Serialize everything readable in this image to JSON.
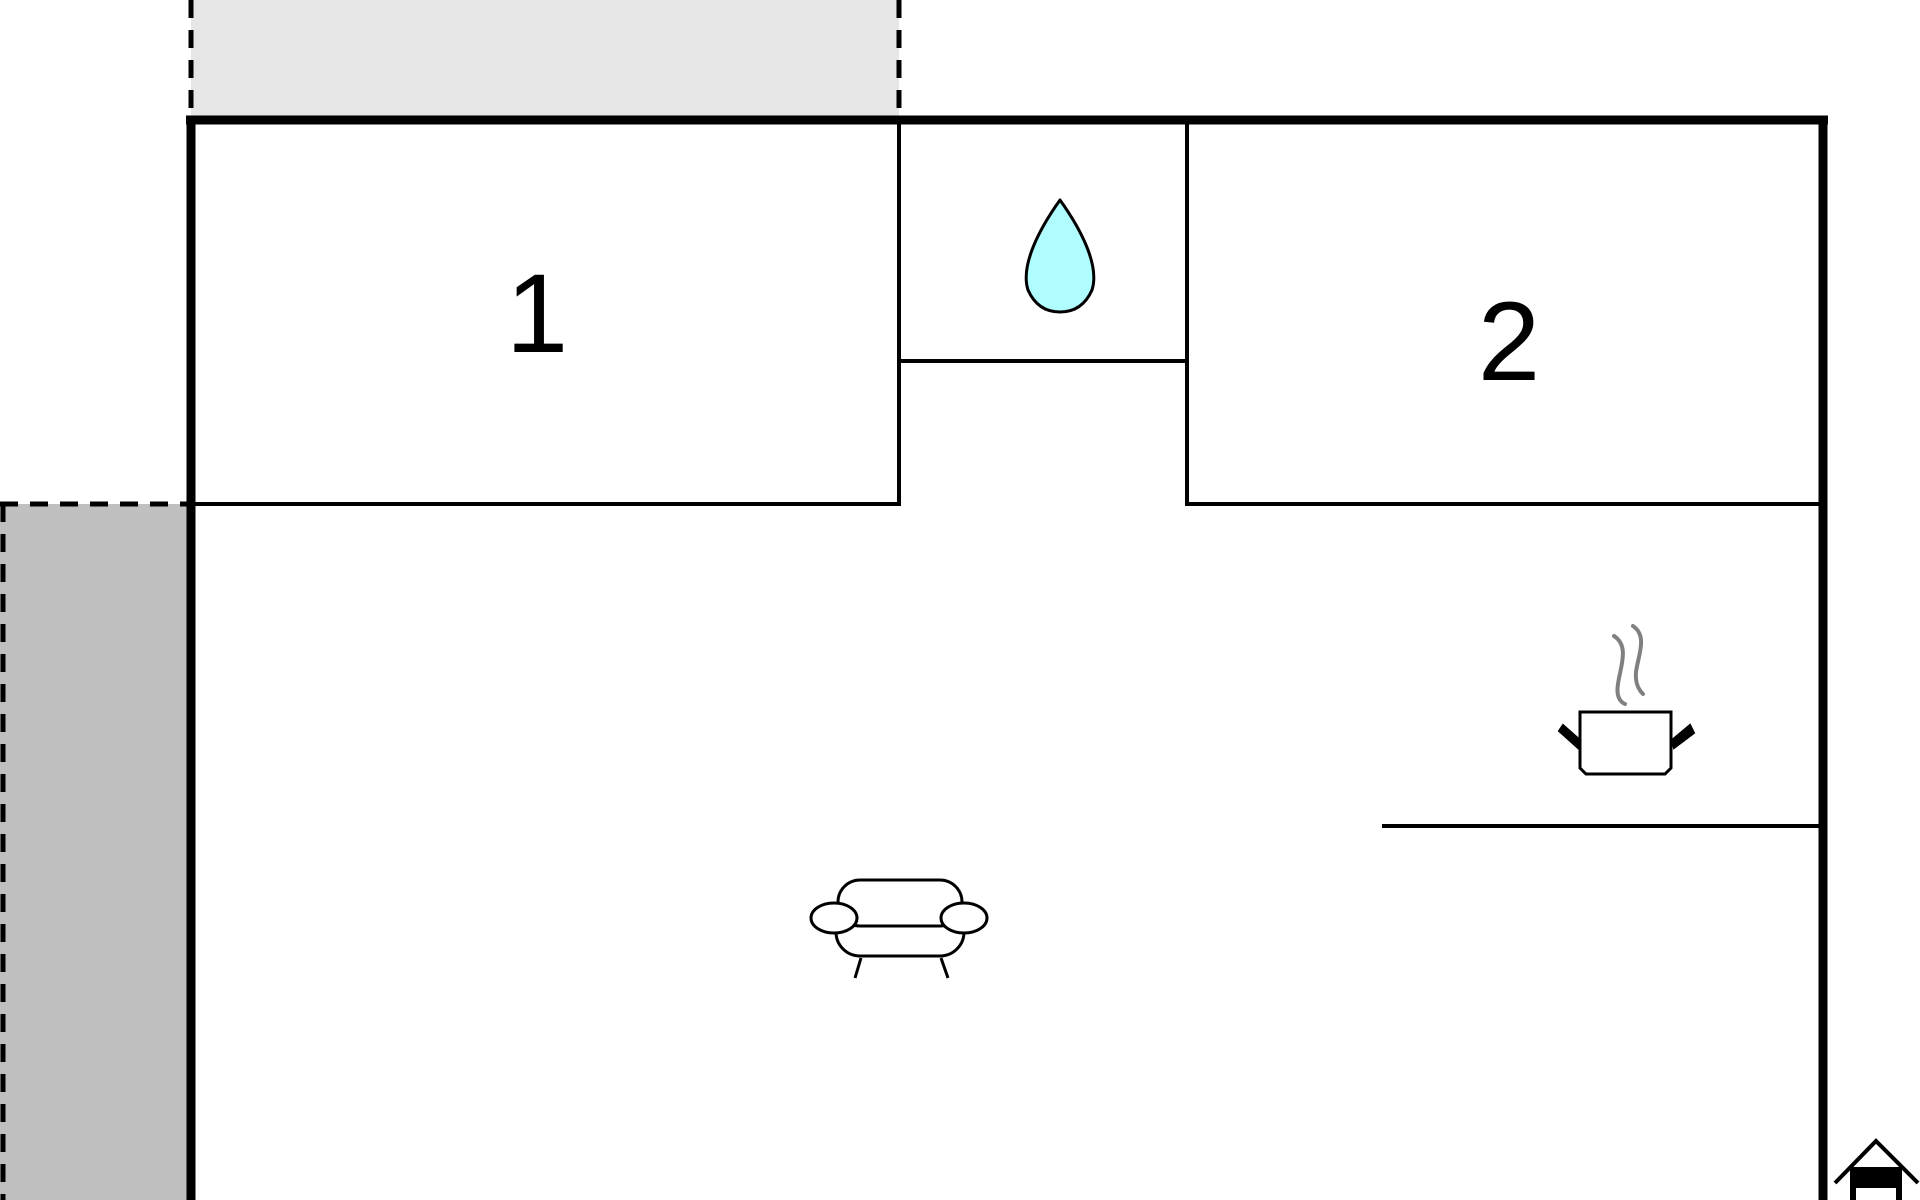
{
  "floorplan": {
    "rooms": [
      {
        "id": "bedroom-1",
        "label": "1"
      },
      {
        "id": "bedroom-2",
        "label": "2"
      }
    ],
    "icons": {
      "bathroom": "water-drop-icon",
      "kitchen": "cooking-pot-icon",
      "living": "sofa-icon",
      "entrance": "house-entrance-icon"
    },
    "colors": {
      "wall": "#000000",
      "background": "#ffffff",
      "terrace_light": "#e6e6e6",
      "terrace_dark": "#bfbfbf",
      "water": "#b0fdff",
      "steam": "#808080"
    }
  }
}
